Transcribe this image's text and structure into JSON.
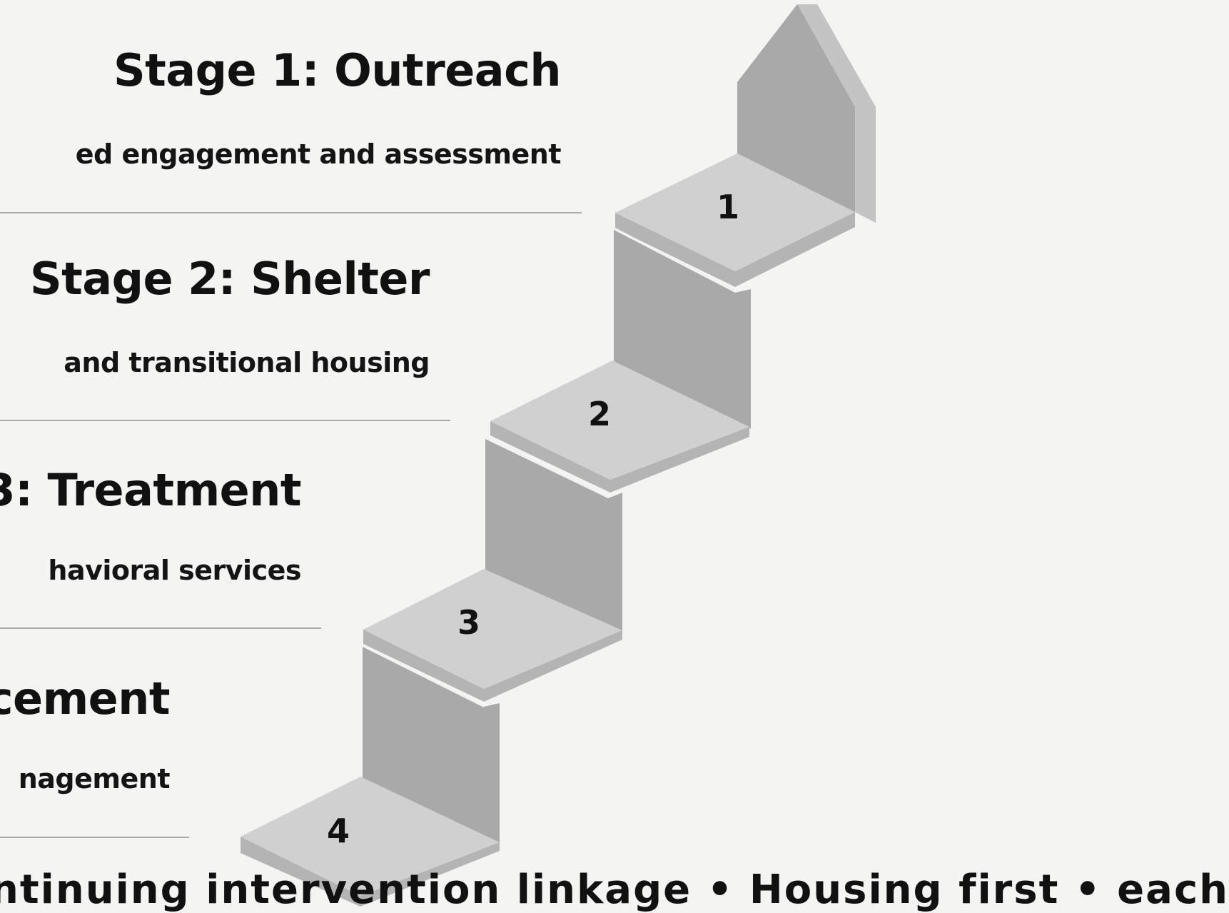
{
  "stages": [
    {
      "title": "Stage 1: Outreach",
      "description": "ed engagement and assessment",
      "step_number": "1"
    },
    {
      "title": "Stage 2: Shelter",
      "description": "and transitional housing",
      "step_number": "2"
    },
    {
      "title": "3: Treatment",
      "description": "havioral services",
      "step_number": "3"
    },
    {
      "title": "cement",
      "description": "nagement",
      "step_number": "4"
    }
  ],
  "footer": {
    "text": "ntinuing intervention linkage • Housing first • each"
  },
  "colors": {
    "background": "#f4f4f2",
    "tread": "#d0d0d0",
    "riser": "#a9a9a9",
    "side": "#bdbdbd",
    "divider": "#a9a9a9",
    "text": "#111111"
  }
}
